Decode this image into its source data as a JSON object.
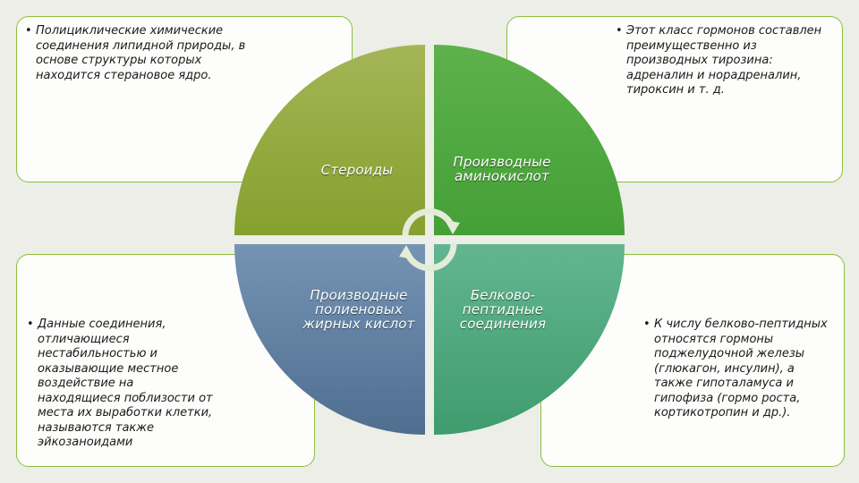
{
  "quadrants": [
    {
      "id": "steroids",
      "label": "Стероиды"
    },
    {
      "id": "amino",
      "label": "Производные аминокислот"
    },
    {
      "id": "polyene",
      "label": "Производные полиеновых жирных кислот"
    },
    {
      "id": "peptide",
      "label": "Белково-пептидные соединения"
    }
  ],
  "notes": {
    "top_left": "Полициклические химические соединения липидной природы, в основе структуры которых находится стерановое ядро.",
    "top_right": "Этот класс гормонов составлен преимущественно из производных тирозина: адреналин и норадреналин, тироксин и т. д.",
    "bottom_left": "Данные соединения, отличающиеся нестабильностью и оказывающие местное воздействие на находящиеся поблизости от места их выработки клетки, называются также эйкозаноидами",
    "bottom_right": "К числу белково-пептидных относятся гормоны поджелудочной железы (глюкагон, инсулин), а также гипоталамуса и гипофиза (гормо роста, кортикотропин и др.)."
  },
  "bullet": "•",
  "colors": {
    "background": "#eceee7",
    "box_border": "#8cbf3c",
    "steroids": "#8fa93a",
    "amino": "#52a63f",
    "polyene": "#5f7f9f",
    "peptide": "#4fa97c"
  }
}
